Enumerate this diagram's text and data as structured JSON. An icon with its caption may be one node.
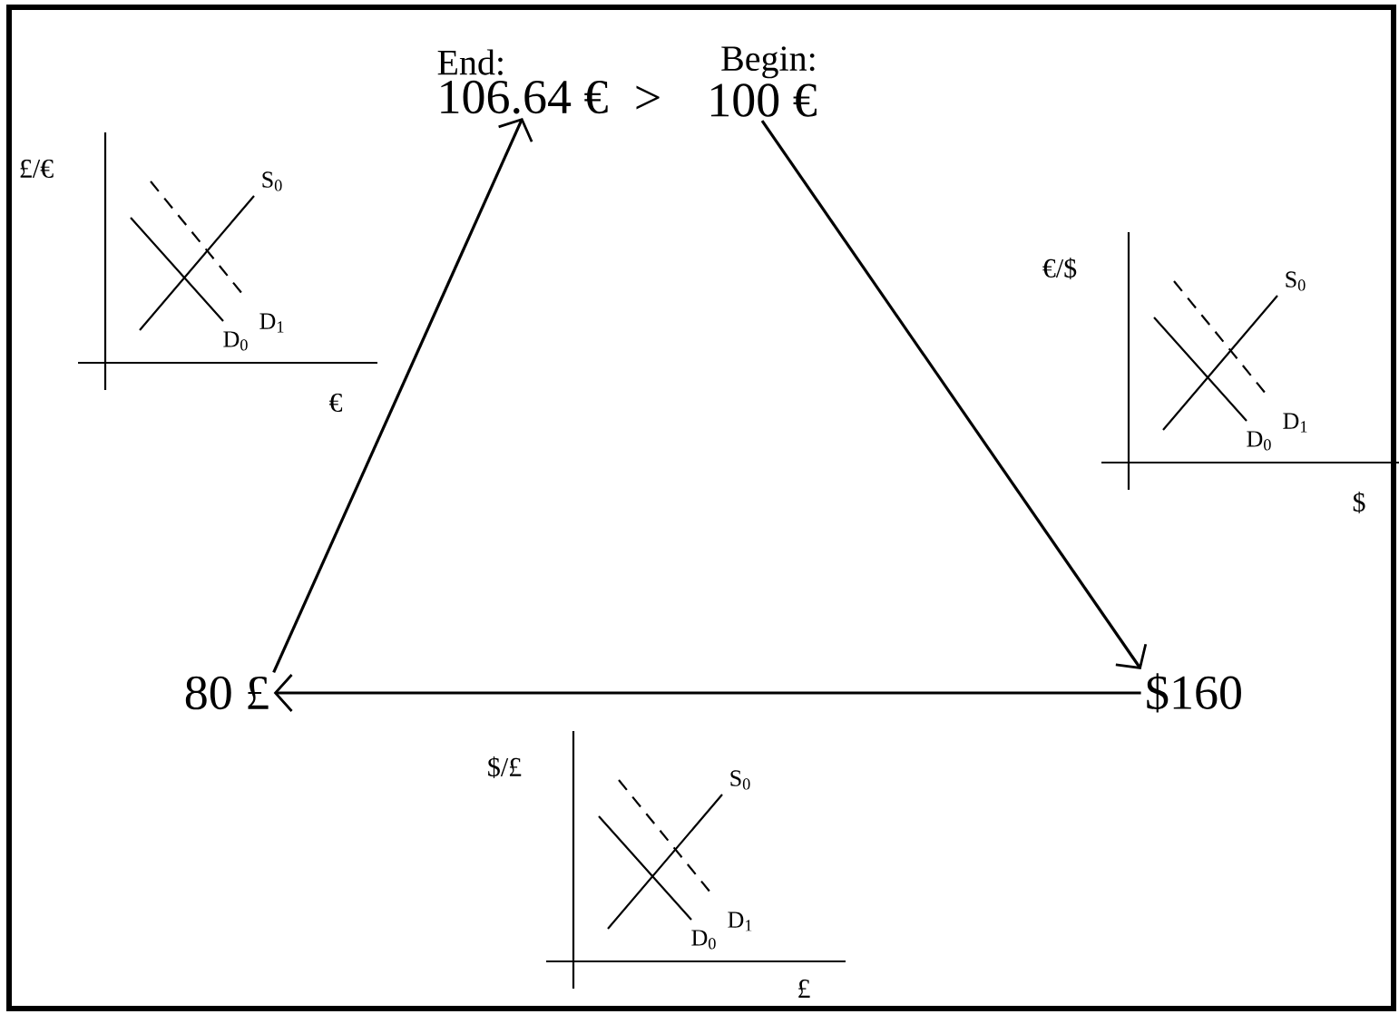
{
  "diagram": {
    "nodes": [
      {
        "text": [
          "End:",
          "106.64 €"
        ]
      },
      {
        "text": [
          "Begin:",
          "100 €"
        ]
      },
      {
        "text": [
          "$160"
        ]
      },
      {
        "text": [
          "80 £"
        ]
      }
    ],
    "edges": [
      {
        "from": 1,
        "to": 2,
        "arrow": "to"
      },
      {
        "from": 2,
        "to": 3,
        "arrow": "to"
      },
      {
        "from": 3,
        "to": 0,
        "arrow": "to"
      }
    ],
    "labels": [
      ">",
      "£/€",
      "S$_{0}$",
      "D$_{1}$",
      "D$_{0}$",
      "€",
      "€/$",
      "S$_{0}$",
      "D$_{1}$",
      "D$_{0}$",
      "$",
      "$/£",
      "S$_{0}$",
      "D$_{1}$",
      "D$_{0}$",
      "£"
    ]
  }
}
